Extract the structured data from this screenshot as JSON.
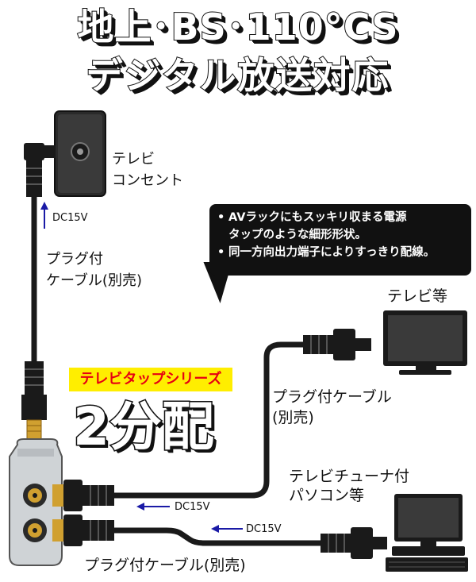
{
  "title": {
    "line1": "地上･BS･110°CS",
    "line2": "デジタル放送対応"
  },
  "labels": {
    "outlet": "テレビ\nコンセント",
    "plug_cable_vertical": "プラグ付\nケーブル(別売)",
    "tv": "テレビ等",
    "plug_cable_mid": "プラグ付ケーブル\n(別売)",
    "tuner_pc": "テレビチューナ付\nパソコン等",
    "plug_cable_bottom": "プラグ付ケーブル(別売)",
    "dc_vertical": "DC15V",
    "dc_mid": "DC15V",
    "dc_bottom": "DC15V"
  },
  "callout": {
    "items": [
      "AVラックにもスッキリ収まる電源\nタップのような細形形状。",
      "同一方向出力端子によりすっきり配線。"
    ]
  },
  "product": {
    "series": "テレビタップシリーズ",
    "name": "2分配"
  },
  "colors": {
    "arrow": "#1a1aa6",
    "series_bg": "#ffee00",
    "series_text": "#e60012"
  },
  "icons": [
    "wall-outlet-icon",
    "tv-monitor-icon",
    "pc-computer-icon",
    "splitter-device-icon"
  ]
}
